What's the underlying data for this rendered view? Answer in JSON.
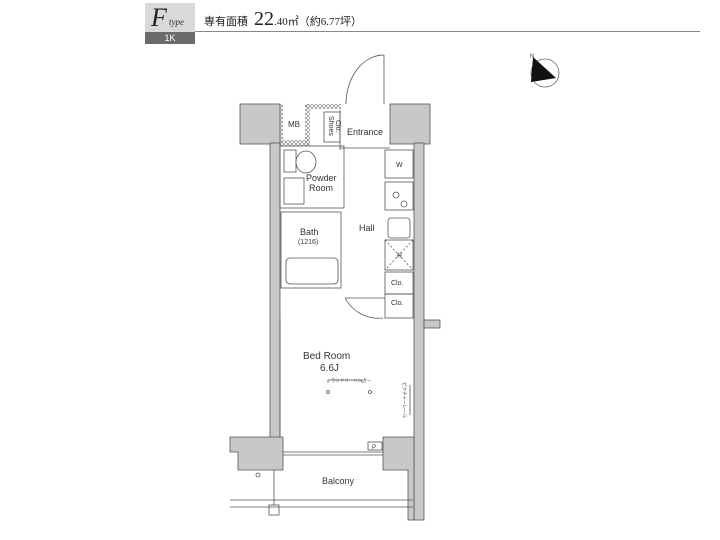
{
  "header": {
    "type_letter": "F",
    "type_suffix": "type",
    "layout": "1K",
    "area_label": "専有面積",
    "area_int": "22",
    "area_rest": ".40㎡（約6.77坪）"
  },
  "compass": {
    "icon": "north-arrow-icon",
    "label": "N"
  },
  "rooms": {
    "mb": "MB",
    "shoes_1": "Shoes",
    "shoes_2": "Clo.",
    "entrance": "Entrance",
    "powder_1": "Powder",
    "powder_2": "Room",
    "bath": "Bath",
    "bath_size": "(1216)",
    "hall": "Hall",
    "washer": "W",
    "fridge": "R",
    "closet_1": "Clo.",
    "closet_2": "Clo.",
    "bedroom": "Bed Room",
    "bedroom_size": "6.6J",
    "laundry_hanger": "ランドリーハンガー",
    "picture_rail": "ピクチャーレール",
    "pipe": "P",
    "balcony": "Balcony"
  },
  "colors": {
    "wall": "#c8c8c8",
    "line": "#555555"
  }
}
